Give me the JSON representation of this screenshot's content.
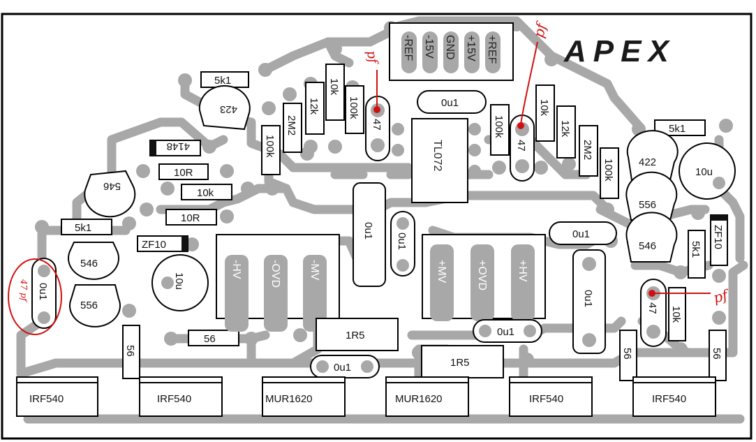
{
  "brand": "APEX",
  "connector_pins": [
    "-REF",
    "-15V",
    "GND",
    "+15V",
    "+REF"
  ],
  "left_heatsink_pins": [
    "-HV",
    "-OVD",
    "-MV"
  ],
  "right_heatsink_pins": [
    "+MV",
    "+OVD",
    "+HV"
  ],
  "ic": "TL072",
  "components": {
    "r_5k1_top": "5k1",
    "t_423": "423",
    "r_10k_a": "10k",
    "r_12k_a": "12k",
    "r_100k_a": "100k",
    "r_2m2_a": "2M2",
    "r_100k_b": "100k",
    "c_47_a": "47",
    "c_0u1_top": "0u1",
    "r_100k_c": "100k",
    "c_47_b": "47",
    "r_10k_b": "10k",
    "r_12k_b": "12k",
    "r_2m2_b": "2M2",
    "r_100k_d": "100k",
    "r_5k1_right": "5k1",
    "t_422": "422",
    "c_10u_right": "10u",
    "t_556_right": "556",
    "t_546_right": "546",
    "r_5k1_vert": "5k1",
    "zd_zf10_right": "ZF10",
    "c_0u1_right_a": "0u1",
    "c_0u1_right_b": "0u1",
    "c_47_c": "47",
    "r_10k_c": "10k",
    "d_4148": "4148",
    "r_10r_a": "10R",
    "r_10k_left": "10k",
    "t_546_left": "546",
    "r_10r_b": "10R",
    "r_5k1_left": "5k1",
    "zd_zf10_left": "ZF10",
    "c_10u_left": "10u",
    "t_546_left2": "546",
    "t_556_left": "556",
    "c_0u1_left": "0u1",
    "c_0u1_mid_a": "0u1",
    "c_0u1_mid_b": "0u1",
    "r_56_a": "56",
    "r_56_b": "56",
    "r_1r5_a": "1R5",
    "r_1r5_b": "1R5",
    "c_0u1_bot_a": "0u1",
    "c_0u1_bot_b": "0u1",
    "r_56_c": "56",
    "r_56_d": "56"
  },
  "power_parts": [
    "IRF540",
    "IRF540",
    "MUR1620",
    "MUR1620",
    "IRF540",
    "IRF540"
  ],
  "annotations": {
    "pf_left_top": "pf",
    "pf_top_right": "pf",
    "pf_right": "pf",
    "note_47pf": "47 pf"
  },
  "colors": {
    "trace": "#a8a8a8",
    "outline": "#000000",
    "annotation": "#d01010"
  }
}
